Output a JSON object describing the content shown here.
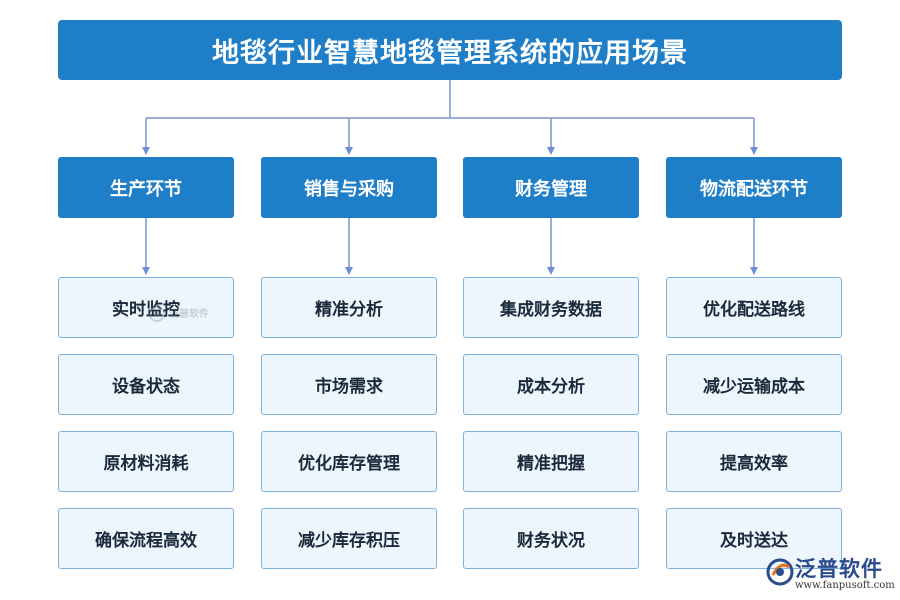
{
  "title": "地毯行业智慧地毯管理系统的应用场景",
  "categories": [
    {
      "label": "生产环节",
      "items": [
        "实时监控",
        "设备状态",
        "原材料消耗",
        "确保流程高效"
      ]
    },
    {
      "label": "销售与采购",
      "items": [
        "精准分析",
        "市场需求",
        "优化库存管理",
        "减少库存积压"
      ]
    },
    {
      "label": "财务管理",
      "items": [
        "集成财务数据",
        "成本分析",
        "精准把握",
        "财务状况"
      ]
    },
    {
      "label": "物流配送环节",
      "items": [
        "优化配送路线",
        "减少运输成本",
        "提高效率",
        "及时送达"
      ]
    }
  ],
  "watermark": {
    "text": "泛普软件"
  },
  "logo": {
    "brand": "泛普软件",
    "url": "www.fanpusoft.com"
  },
  "colors": {
    "primary": "#1f7ec8",
    "item_bg": "#eef6fd",
    "item_border": "#7fb3de",
    "connector": "#9aaed6"
  }
}
